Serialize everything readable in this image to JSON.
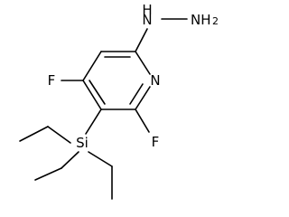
{
  "molecule": {
    "atoms": {
      "nh": "H",
      "n_nh": "N",
      "nh2_n": "NH",
      "nh2_sub": "2",
      "ring_n": "N",
      "f_left": "F",
      "f_bottom": "F",
      "si": "Si"
    }
  }
}
